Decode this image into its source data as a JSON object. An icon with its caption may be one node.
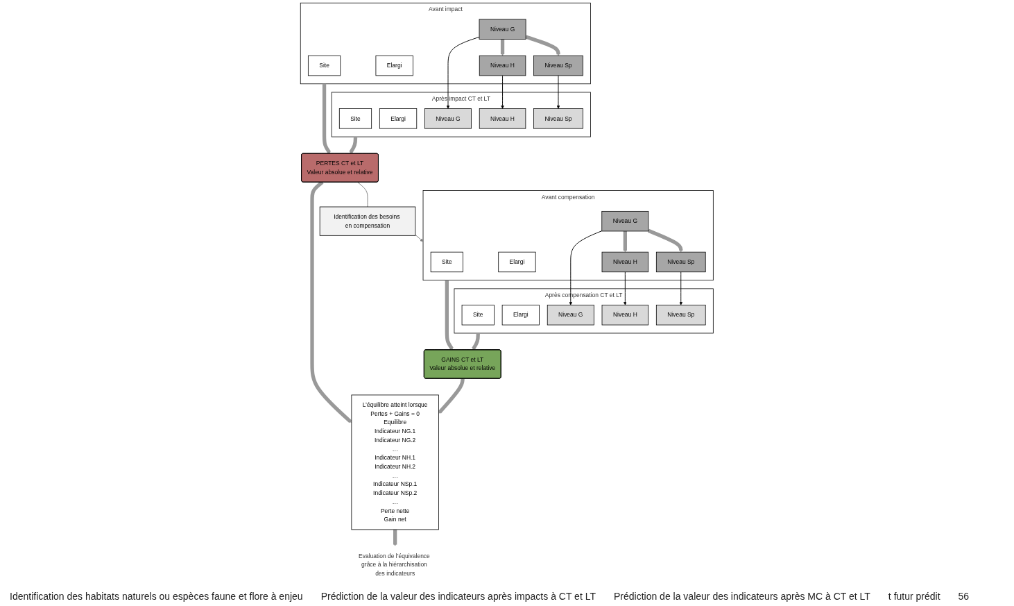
{
  "diagram": {
    "nodes": [
      {
        "text": [
          "Avant impact"
        ]
      },
      {
        "text": [
          "Site"
        ],
        "in": 0
      },
      {
        "text": [
          "Elargi"
        ],
        "in": 0
      },
      {
        "text": [
          "Niveau G"
        ],
        "in": 0
      },
      {
        "text": [
          "Niveau H"
        ],
        "in": 0
      },
      {
        "text": [
          "Niveau Sp"
        ],
        "in": 0
      },
      {
        "text": [
          "Avant compensation"
        ]
      },
      {
        "text": [
          "Site"
        ],
        "in": 6
      },
      {
        "text": [
          "Elargi"
        ],
        "in": 6
      },
      {
        "text": [
          "Niveau G"
        ],
        "in": 6
      },
      {
        "text": [
          "Niveau H"
        ],
        "in": 6
      },
      {
        "text": [
          "Niveau Sp"
        ],
        "in": 6
      },
      {
        "text": [
          "Identification des besoins en compensation"
        ]
      },
      {
        "text": [
          "PERTES CT et LT",
          "Valeur absolue et relative"
        ]
      },
      {
        "text": [
          "GAINS CT et LT",
          "Valeur absolue et relative"
        ]
      },
      {
        "text": [
          "L’équilibre atteint lorsque",
          "Pertes + Gains = 0",
          "Equilibre",
          "Indicateur NG.1",
          "Indicateur NG.2",
          "…",
          "Indicateur NH.1",
          "Indicateur NH.2",
          "…",
          "Indicateur NSp.1",
          "Indicateur NSp.2",
          "…",
          "Perte nette",
          "Gain net"
        ]
      },
      {
        "text": [
          "Après impact CT et LT"
        ]
      },
      {
        "text": [
          "Site"
        ],
        "in": 16
      },
      {
        "text": [
          "Elargi"
        ],
        "in": 16
      },
      {
        "text": [
          "Niveau G"
        ],
        "in": 16
      },
      {
        "text": [
          "Niveau H"
        ],
        "in": 16
      },
      {
        "text": [
          "Niveau Sp"
        ],
        "in": 16
      },
      {
        "text": [
          "Après compensation CT et LT"
        ]
      },
      {
        "text": [
          "Site"
        ],
        "in": 22
      },
      {
        "text": [
          "Elargi"
        ],
        "in": 22
      },
      {
        "text": [
          "Niveau G"
        ],
        "in": 22
      },
      {
        "text": [
          "Niveau H"
        ],
        "in": 22
      },
      {
        "text": [
          "Niveau Sp"
        ],
        "in": 22
      },
      {
        "text": [
          "Evaluation de l’équivalence grâce à la hiérarchisation des indicateurs"
        ]
      }
    ],
    "edges": [
      {
        "from": 3,
        "to": 4,
        "arrow": "to"
      },
      {
        "from": 3,
        "to": 5,
        "arrow": "to"
      },
      {
        "from": 9,
        "to": 10,
        "arrow": "to"
      },
      {
        "from": 9,
        "to": 11,
        "arrow": "to"
      },
      {
        "from": 0,
        "to": 13,
        "arrow": "to"
      },
      {
        "from": 16,
        "to": 13,
        "arrow": "to"
      },
      {
        "from": 6,
        "to": 14,
        "arrow": "to"
      },
      {
        "from": 22,
        "to": 14,
        "arrow": "to"
      },
      {
        "from": 13,
        "to": 15,
        "arrow": "to"
      },
      {
        "from": 14,
        "to": 15,
        "arrow": "to"
      },
      {
        "from": 15,
        "to": 28,
        "arrow": "to"
      },
      {
        "from": 13,
        "to": 12,
        "arrow": "none",
        "color": "#808080"
      },
      {
        "from": 12,
        "to": 6,
        "arrow": "to",
        "color": "#808080"
      },
      {
        "from": 3,
        "to": 19,
        "arrow": "to",
        "color": "#000000"
      },
      {
        "from": 4,
        "to": 20,
        "arrow": "to",
        "color": "#000000"
      },
      {
        "from": 5,
        "to": 21,
        "arrow": "to",
        "color": "#000000"
      },
      {
        "from": 9,
        "to": 25,
        "arrow": "to",
        "color": "#000000"
      },
      {
        "from": 10,
        "to": 26,
        "arrow": "to",
        "color": "#000000"
      },
      {
        "from": 11,
        "to": 27,
        "arrow": "to",
        "color": "#000000"
      }
    ],
    "labels": [
      "Identification des habitats naturels ou espèces faune et flore à enjeu",
      "Prédiction de la valeur des indicateurs après impacts à CT et LT",
      "Prédiction de la valeur des indicateurs après MC à CT et LT",
      "t futur prédit",
      "56"
    ]
  }
}
